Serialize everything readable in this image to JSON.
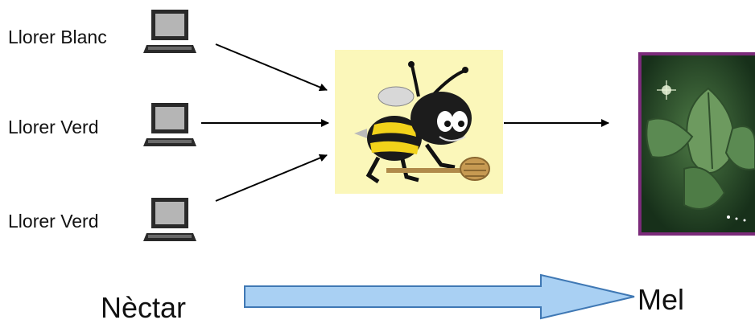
{
  "diagram": {
    "nodes": [
      {
        "label": "Llorer Blanc",
        "icon": "laptop-icon"
      },
      {
        "label": "Llorer Verd",
        "icon": "laptop-icon"
      },
      {
        "label": "Llorer Verd",
        "icon": "laptop-icon"
      }
    ],
    "center_image": "bee-icon",
    "output_image": "leaf-image",
    "flow": {
      "from": "Nèctar",
      "to": "Mel"
    },
    "colors": {
      "bee_background": "#fbf7ba",
      "arrow_fill": "#a9d0f3",
      "arrow_stroke": "#3f78b4",
      "leaf_frame": "#7b2a7a",
      "leaf_bg": "#1f3a1c"
    }
  }
}
